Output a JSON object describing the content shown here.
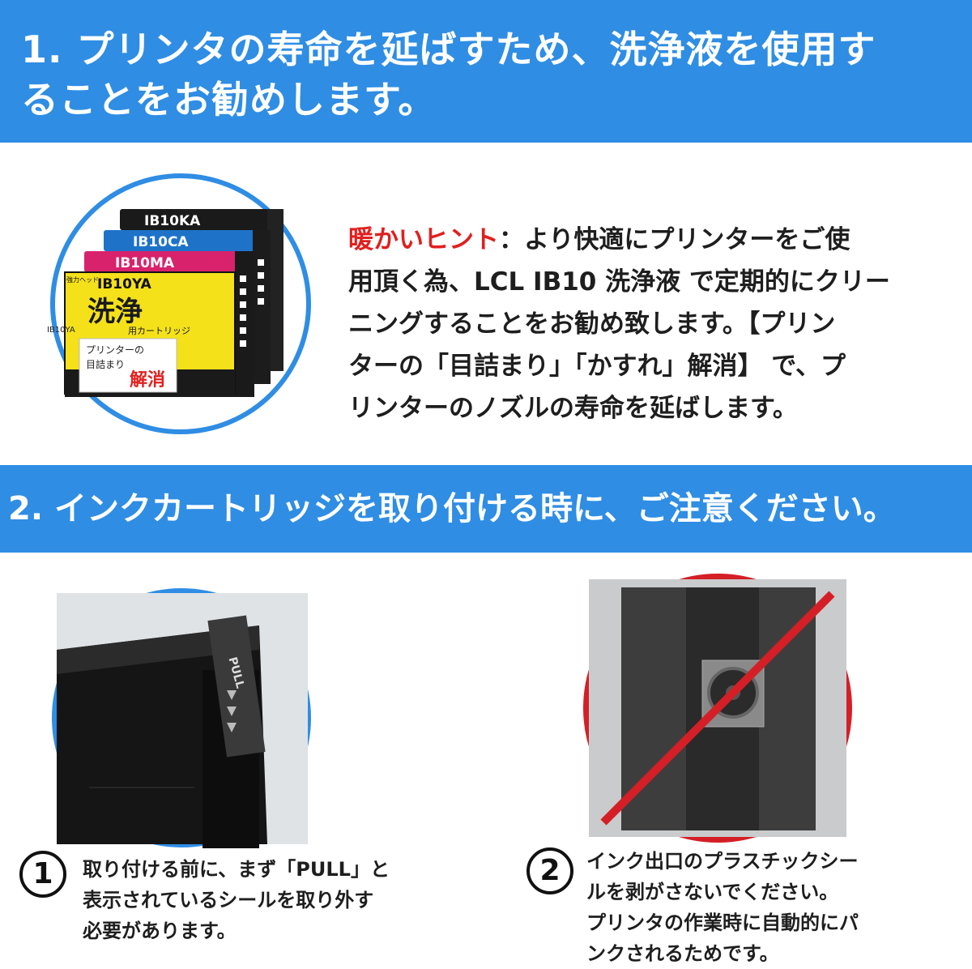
{
  "section1": {
    "title_line1": "1. プリンタの寿命を延ばすため、洗浄液を使用す",
    "title_line2": "ることをお勧めします。"
  },
  "hint": {
    "label": "暖かいヒント",
    "lines": [
      "：より快適にプリンターをご使",
      "用頂く為、LCL IB10 洗浄液 で定期的にクリー",
      "ニングすることをお勧め致します。【プリン",
      "ターの「目詰まり」「かすれ」解消】 で、プ",
      "リンターのノズルの寿命を延ばします。"
    ]
  },
  "cartridges": {
    "labels": [
      "IB10KA",
      "IB10CA",
      "IB10MA",
      "IB10YA"
    ],
    "colors": [
      "#1a1a1a",
      "#1e73c9",
      "#d8226b",
      "#f4e11a"
    ],
    "yellow_badge": "洗浄",
    "yellow_sub": "用カートリッジ",
    "side_tag": "IB10YA",
    "sticker_line1": "プリンターの",
    "sticker_line2": "目詰まり",
    "sticker_line3": "解消",
    "top_tag": "強力ヘッド"
  },
  "section2": {
    "title": "2. インクカートリッジを取り付ける時に、ご注意ください。"
  },
  "pull_photo": {
    "tab_text": "PULL"
  },
  "note1": {
    "badge": "1",
    "lines": [
      "取り付ける前に、まず「PULL」と",
      "表示されているシールを取り外す",
      "必要があります。"
    ]
  },
  "note2": {
    "badge": "2",
    "lines": [
      "インク出口のプラスチックシー",
      "ルを剥がさないでください。",
      "プリンタの作業時に自動的にパ",
      "ンクされるためです。"
    ]
  }
}
